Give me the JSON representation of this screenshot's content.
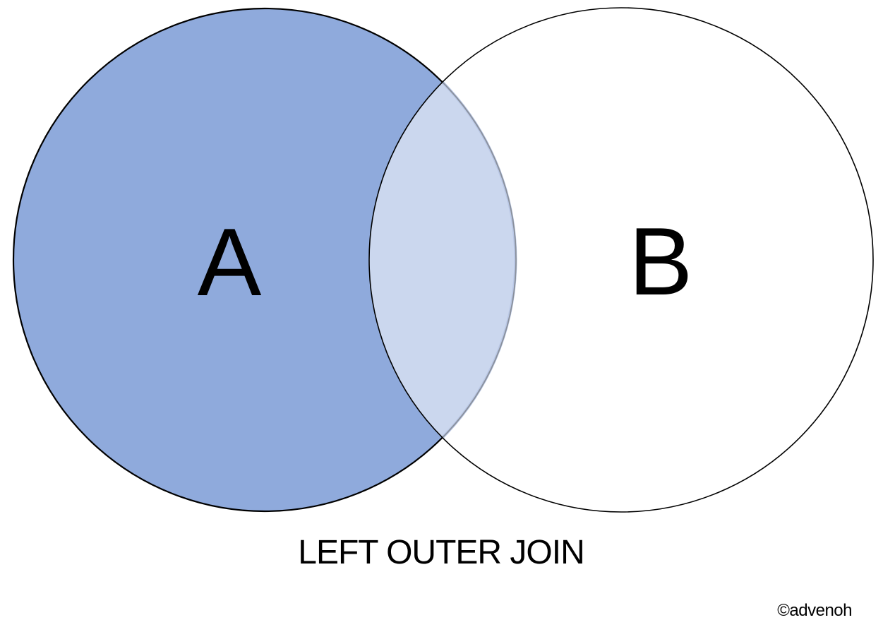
{
  "venn": {
    "type": "venn-diagram",
    "title": "LEFT OUTER JOIN",
    "watermark": "©advenoh",
    "left_circle": {
      "label": "A",
      "fill": "#8FAADC",
      "outline": "#000000",
      "shaded": true
    },
    "right_circle": {
      "label": "B",
      "fill": "none",
      "outline": "#000000",
      "shaded": false
    },
    "intersection": {
      "fill": "#CBD7EE",
      "edge": "#8A909B",
      "fringe": "#B9C7E5",
      "shaded": "light"
    }
  },
  "page": {
    "background": "#FFFFFF",
    "text_color": "#000000"
  }
}
